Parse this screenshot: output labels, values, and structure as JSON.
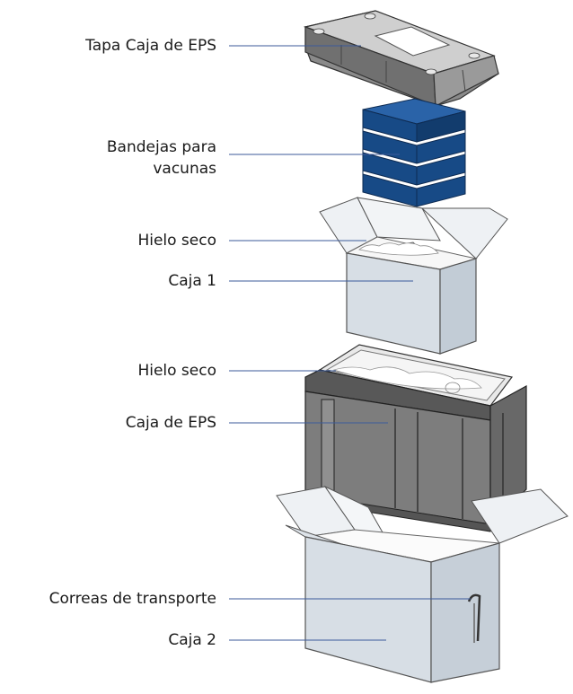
{
  "labels": [
    {
      "id": "tapa",
      "text": "Tapa Caja de EPS"
    },
    {
      "id": "bandejas",
      "text": "Bandejas para",
      "text2": "vacunas"
    },
    {
      "id": "hielo1",
      "text": "Hielo seco"
    },
    {
      "id": "caja1",
      "text": "Caja 1"
    },
    {
      "id": "hielo2",
      "text": "Hielo seco"
    },
    {
      "id": "cajaeps",
      "text": "Caja de EPS"
    },
    {
      "id": "correas",
      "text": "Correas de transporte"
    },
    {
      "id": "caja2",
      "text": "Caja 2"
    }
  ],
  "colors": {
    "leader": "#3b5a9a",
    "tray": "#1d4f8f",
    "tray_dark": "#163e70",
    "eps": "#7d7d7d",
    "eps_dark": "#5f5f5f",
    "eps_light": "#a8a8a8",
    "carton": "#d7dee5",
    "carton_side": "#c6cfd8",
    "carton_flap": "#ecf0f4"
  }
}
